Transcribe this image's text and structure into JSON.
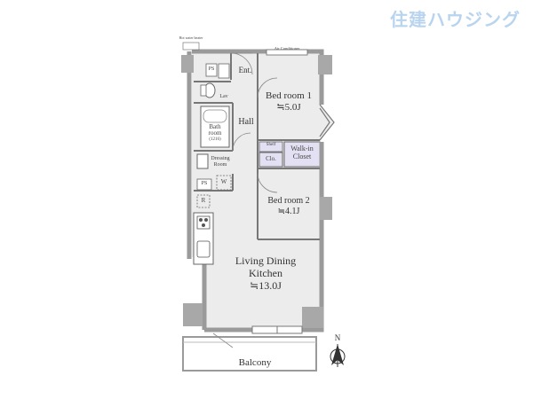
{
  "logo": {
    "text": "住建ハウジング"
  },
  "rooms": {
    "bedroom1": {
      "name": "Bed room 1",
      "size": "≒5.0J"
    },
    "bedroom2": {
      "name": "Bed room 2",
      "size": "≒4.1J"
    },
    "ldk": {
      "name_line1": "Living Dining",
      "name_line2": "Kitchen",
      "size": "≒13.0J"
    },
    "hall": "Hall",
    "entrance": "Ent.",
    "walkin_line1": "Walk-in",
    "walkin_line2": "Closet",
    "closet": "Clo.",
    "balcony": "Balcony",
    "bath_line1": "Bath",
    "bath_line2": "room",
    "bath_size": "(1216)",
    "dressing_line1": "Dressing",
    "dressing_line2": "Room",
    "lav": "Lav",
    "ps1": "PS",
    "ps2": "PS",
    "washer": "W",
    "fridge": "R",
    "shelf": "Shelf",
    "air_conditioner": "Air Conditioner",
    "hot_water": "Hot water heater"
  },
  "compass": {
    "label": "N"
  },
  "colors": {
    "wall": "#9a9a9a",
    "floor": "#ececec",
    "closet": "#e2e0f2",
    "logo": "#b8d4ee"
  }
}
